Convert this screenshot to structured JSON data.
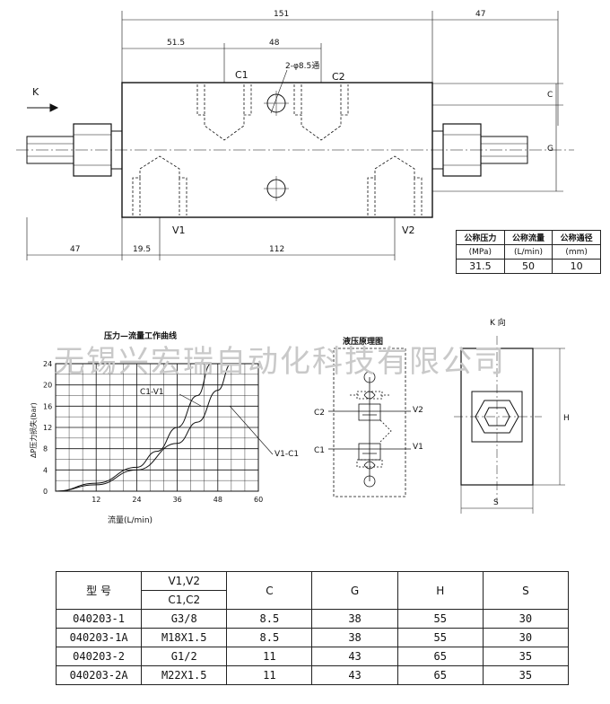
{
  "drawing": {
    "dims": {
      "overall": "151",
      "right": "47",
      "d1": "51.5",
      "d2": "48",
      "left": "47",
      "d3": "19.5",
      "d4": "112",
      "c": "C",
      "g": "G"
    },
    "labels": {
      "k_arrow": "K",
      "c1": "C1",
      "c2": "C2",
      "hole": "2-φ8.5通",
      "v1": "V1",
      "v2": "V2"
    }
  },
  "spec": {
    "headers": [
      "公称压力",
      "公称流量",
      "公称通径"
    ],
    "units": [
      "(MPa)",
      "(L/min)",
      "(mm)"
    ],
    "values": [
      "31.5",
      "50",
      "10"
    ]
  },
  "chart_data": {
    "type": "line",
    "title": "压力—流量工作曲线",
    "xlabel": "流量(L/min)",
    "ylabel": "ΔP压力损失(bar)",
    "xlim": [
      0,
      60
    ],
    "ylim": [
      0,
      24
    ],
    "xticks": [
      0,
      12,
      24,
      36,
      48,
      60
    ],
    "yticks": [
      0,
      4,
      8,
      12,
      16,
      20,
      24
    ],
    "grid": true,
    "series": [
      {
        "name": "C1-V1",
        "x": [
          0,
          12,
          24,
          30,
          36,
          42,
          46
        ],
        "y": [
          0,
          1.5,
          4.5,
          7.5,
          12,
          18,
          24
        ]
      },
      {
        "name": "V1-C1",
        "x": [
          0,
          12,
          24,
          36,
          42,
          48,
          52
        ],
        "y": [
          0,
          1.2,
          4,
          9,
          13,
          19,
          24
        ]
      }
    ]
  },
  "hydraulic": {
    "title": "液压原理图",
    "c2": "C2",
    "c1": "C1",
    "v2": "V2",
    "v1": "V1"
  },
  "kview": {
    "title": "K 向",
    "h": "H",
    "s": "S"
  },
  "watermark": "无锡兴宏瑞自动化科技有限公司",
  "models": {
    "headers": [
      "型  号",
      "V1,V2",
      "C1,C2",
      "C",
      "G",
      "H",
      "S"
    ],
    "rows": [
      [
        "040203-1",
        "G3/8",
        "8.5",
        "38",
        "55",
        "30"
      ],
      [
        "040203-1A",
        "M18X1.5",
        "8.5",
        "38",
        "55",
        "30"
      ],
      [
        "040203-2",
        "G1/2",
        "11",
        "43",
        "65",
        "35"
      ],
      [
        "040203-2A",
        "M22X1.5",
        "11",
        "43",
        "65",
        "35"
      ]
    ]
  }
}
